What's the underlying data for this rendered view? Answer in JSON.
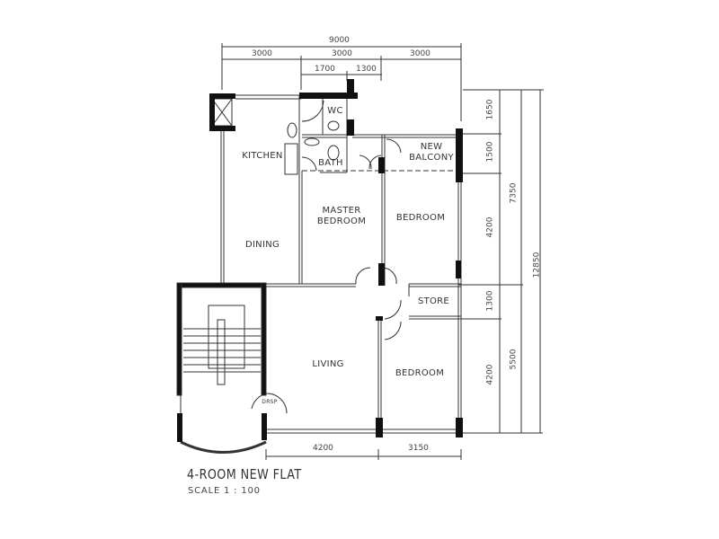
{
  "plan": {
    "title": "4-ROOM NEW FLAT",
    "scale": "SCALE  1 : 100"
  },
  "rooms": {
    "kitchen": "KITCHEN",
    "dining": "DINING",
    "wc": "WC",
    "bath": "BATH",
    "master_bedroom": "MASTER\nBEDROOM",
    "bedroom_1": "BEDROOM",
    "new_balcony": "NEW\nBALCONY",
    "store": "STORE",
    "living": "LIVING",
    "bedroom_2": "BEDROOM",
    "drsp": "DRSP"
  },
  "dimensions": {
    "top_total": "9000",
    "top_bays": [
      "3000",
      "3000",
      "3000"
    ],
    "top_sub": [
      "1700",
      "1300"
    ],
    "bottom": [
      "4200",
      "3150"
    ],
    "right_inner": [
      "1650",
      "1500",
      "4200",
      "1300",
      "4200"
    ],
    "right_mid": [
      "7350",
      "5500"
    ],
    "right_total": "12850"
  },
  "colors": {
    "wall": "#111111",
    "line": "#333333",
    "background": "#ffffff"
  }
}
